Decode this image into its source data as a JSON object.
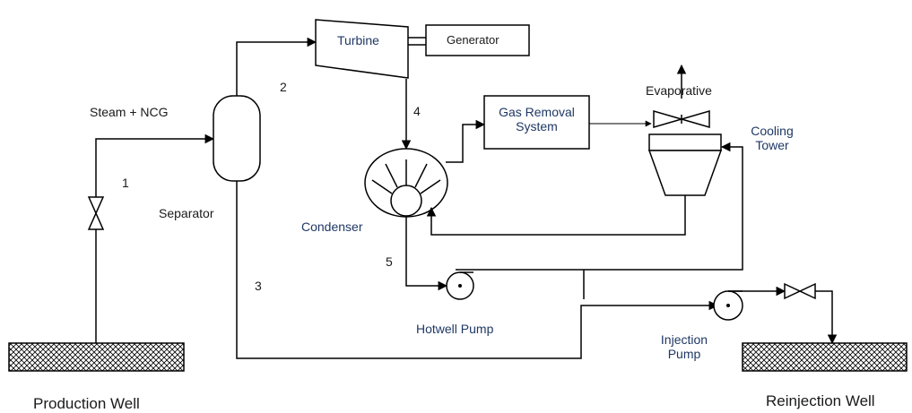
{
  "components": {
    "turbine": "Turbine",
    "generator": "Generator",
    "gas_removal": "Gas Removal\nSystem",
    "evaporative": "Evaporative",
    "cooling_tower": "Cooling\nTower",
    "separator": "Separator",
    "condenser": "Condenser",
    "hotwell_pump": "Hotwell Pump",
    "injection_pump": "Injection\nPump",
    "production_well": "Production Well",
    "reinjection_well": "Reinjection Well"
  },
  "streams": {
    "steam_ncg": "Steam + NCG",
    "s1": "1",
    "s2": "2",
    "s3": "3",
    "s4": "4",
    "s5": "5"
  },
  "colors": {
    "line": "#000000",
    "text": "#1a1a1a",
    "blue_text": "#1f3864",
    "hatch": "#000000"
  }
}
